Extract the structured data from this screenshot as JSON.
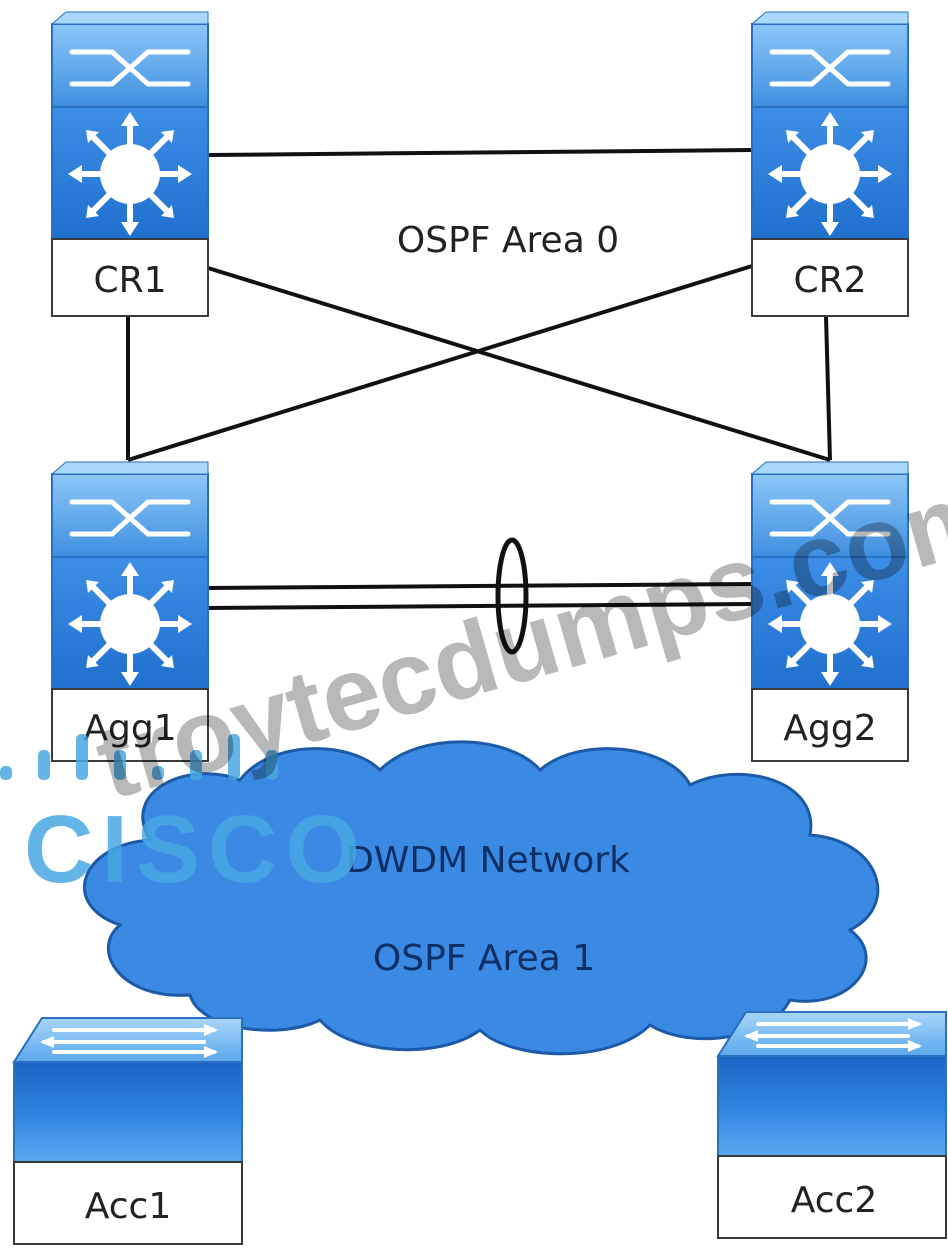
{
  "devices": {
    "cr1": {
      "label": "CR1"
    },
    "cr2": {
      "label": "CR2"
    },
    "agg1": {
      "label": "Agg1"
    },
    "agg2": {
      "label": "Agg2"
    },
    "acc1": {
      "label": "Acc1"
    },
    "acc2": {
      "label": "Acc2"
    }
  },
  "areas": {
    "core": "OSPF Area 0",
    "cloud_title": "DWDM Network",
    "cloud_area": "OSPF Area 1"
  },
  "watermark": {
    "site": "troytecdumps.com",
    "logo_text": "CISCO"
  },
  "colors": {
    "device_blue": "#2f7fd6",
    "device_light": "#6fb6f2",
    "cloud_fill": "#3f8fe6",
    "cloud_stroke": "#1f5fb0",
    "link": "#111111",
    "watermark_logo": "#48a7e3"
  }
}
